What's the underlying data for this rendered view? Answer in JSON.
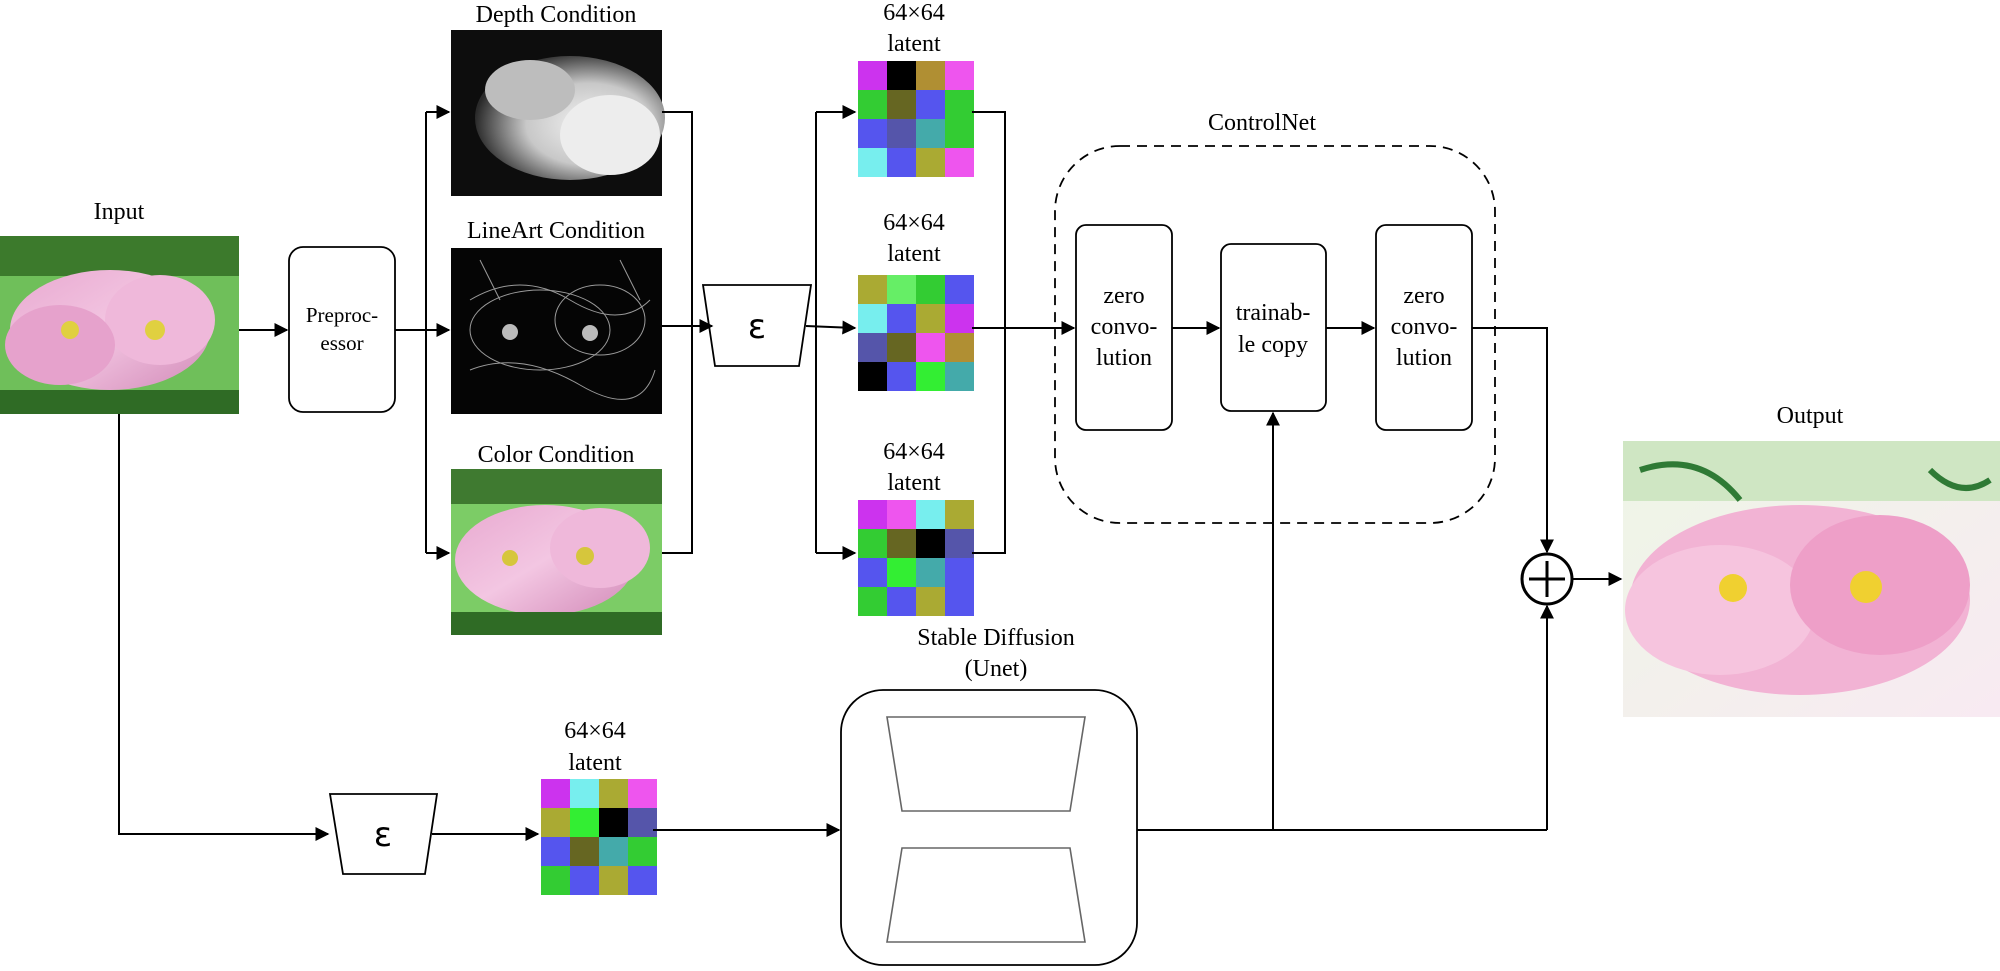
{
  "labels": {
    "input": "Input",
    "depth": "Depth Condition",
    "lineart": "LineArt Condition",
    "color": "Color Condition",
    "controlnet": "ControlNet",
    "output": "Output",
    "sd_line1": "Stable Diffusion",
    "sd_line2": "(Unet)"
  },
  "nodes": {
    "preprocessor": [
      "Preproc-",
      "essor"
    ],
    "zero_conv_1": [
      "zero",
      "convo-",
      "lution"
    ],
    "trainable_copy": [
      "trainab-",
      "le copy"
    ],
    "zero_conv_2": [
      "zero",
      "convo-",
      "lution"
    ],
    "encoder_symbol": "ε"
  },
  "latent": {
    "size": "64×64",
    "word": "latent"
  },
  "latent_grids": [
    [
      "#cc33ee",
      "#000000",
      "#b08f33",
      "#ee55ee",
      "#33cc33",
      "#666622",
      "#5555ee",
      "#33cc33",
      "#5555ee",
      "#5555aa",
      "#44aaaa",
      "#33cc33",
      "#77eeee",
      "#5555ee",
      "#aaaa33",
      "#ee55ee"
    ],
    [
      "#aaaa33",
      "#66ee66",
      "#33cc33",
      "#5555ee",
      "#77eeee",
      "#5555ee",
      "#aaaa33",
      "#cc33ee",
      "#5555aa",
      "#666622",
      "#ee55ee",
      "#b08f33",
      "#000000",
      "#5555ee",
      "#33ee33",
      "#44aaaa"
    ],
    [
      "#cc33ee",
      "#ee55ee",
      "#77eeee",
      "#aaaa33",
      "#33cc33",
      "#666622",
      "#000000",
      "#5555aa",
      "#5555ee",
      "#33ee33",
      "#44aaaa",
      "#5555ee",
      "#33cc33",
      "#5555ee",
      "#aaaa33",
      "#5555ee"
    ],
    [
      "#cc33ee",
      "#77eeee",
      "#aaaa33",
      "#ee55ee",
      "#aaaa33",
      "#33ee33",
      "#000000",
      "#5555aa",
      "#5555ee",
      "#666622",
      "#44aaaa",
      "#33cc33",
      "#33cc33",
      "#5555ee",
      "#aaaa33",
      "#5555ee"
    ]
  ],
  "colors": {
    "line": "#000000",
    "background": "#ffffff"
  }
}
